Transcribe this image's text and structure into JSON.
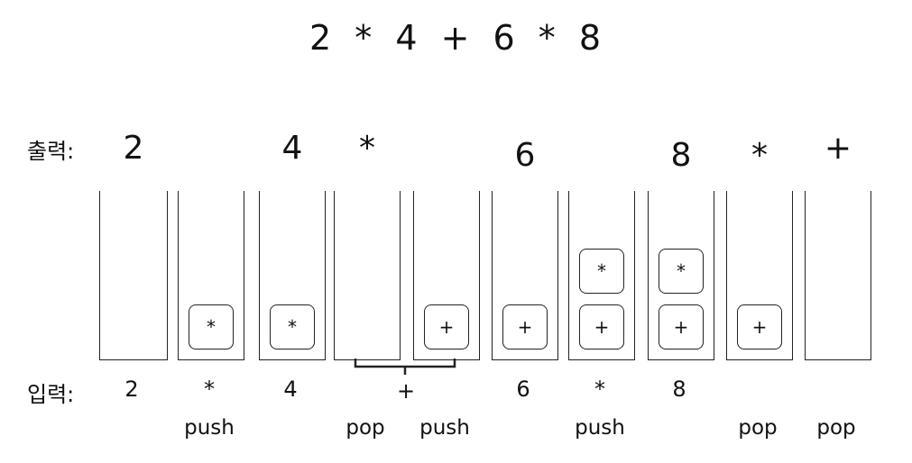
{
  "expression": "2 * 4 + 6 * 8",
  "labels": {
    "output": "출력:",
    "input": "입력:"
  },
  "steps": [
    {
      "output": "2",
      "input": "2",
      "action": "",
      "stack": []
    },
    {
      "output": "",
      "input": "*",
      "action": "push",
      "stack": [
        "*"
      ]
    },
    {
      "output": "4",
      "input": "4",
      "action": "",
      "stack": [
        "*"
      ]
    },
    {
      "output": "*",
      "input": "",
      "action": "pop",
      "stack": []
    },
    {
      "output": "",
      "input": "",
      "action": "push",
      "stack": [
        "+"
      ]
    },
    {
      "output": "6",
      "input": "6",
      "action": "",
      "stack": [
        "+"
      ]
    },
    {
      "output": "",
      "input": "*",
      "action": "push",
      "stack": [
        "+",
        "*"
      ]
    },
    {
      "output": "8",
      "input": "8",
      "action": "",
      "stack": [
        "+",
        "*"
      ]
    },
    {
      "output": "*",
      "input": "",
      "action": "pop",
      "stack": [
        "+"
      ]
    },
    {
      "output": "+",
      "input": "",
      "action": "pop",
      "stack": []
    }
  ],
  "bracket": {
    "input": "+"
  }
}
